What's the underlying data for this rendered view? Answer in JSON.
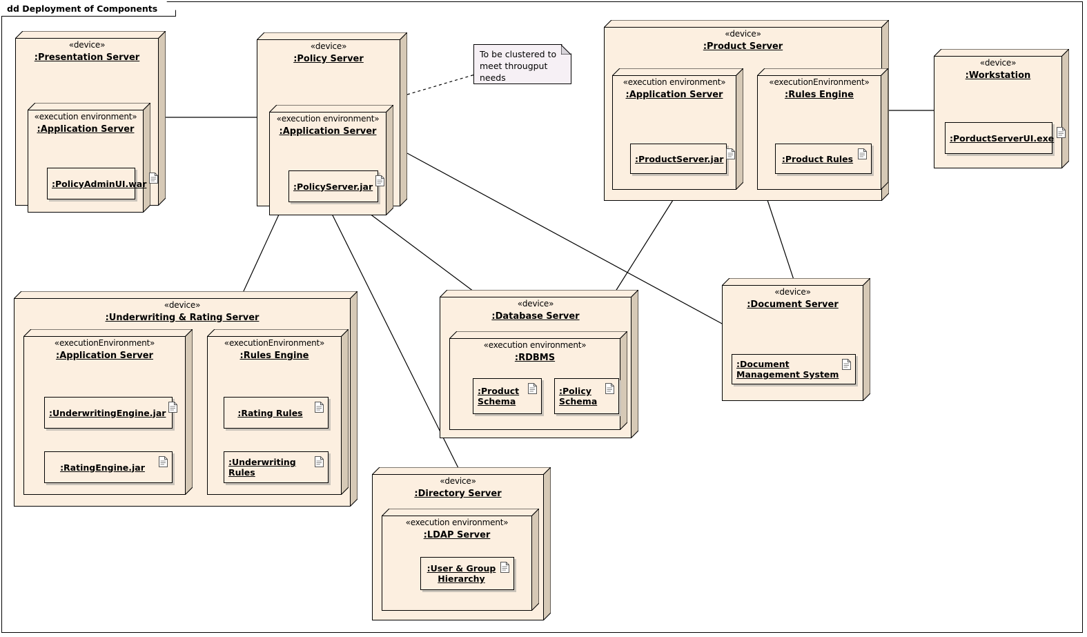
{
  "frame": {
    "label": "dd Deployment of Components"
  },
  "colors": {
    "node_fill": "#FCEFE0",
    "node_side": "#D6C9B6",
    "node_border": "#000000",
    "note_fill": "#F6F0F5",
    "artifact_shadow": "#C9C3BA",
    "link": "#000000",
    "canvas": "#FFFFFF"
  },
  "stereotypes": {
    "device": "«device»",
    "exec_env_spaced": "«execution environment»",
    "exec_env_camel": "«executionEnvironment»"
  },
  "nodes": {
    "presentation_server": {
      "stereotype": "«device»",
      "name": ":Presentation Server",
      "exec_env": {
        "stereotype": "«execution environment»",
        "name": ":Application Server",
        "artifacts": [
          {
            "name": ":PolicyAdminUI.war"
          }
        ]
      }
    },
    "policy_server": {
      "stereotype": "«device»",
      "name": ":Policy Server",
      "exec_env": {
        "stereotype": "«execution environment»",
        "name": ":Application Server",
        "artifacts": [
          {
            "name": ":PolicyServer.jar"
          }
        ]
      }
    },
    "product_server": {
      "stereotype": "«device»",
      "name": ":Product Server",
      "exec_envs": [
        {
          "stereotype": "«execution environment»",
          "name": ":Application Server",
          "artifacts": [
            {
              "name": ":ProductServer.jar"
            }
          ]
        },
        {
          "stereotype": "«executionEnvironment»",
          "name": ":Rules Engine",
          "artifacts": [
            {
              "name": ":Product Rules"
            }
          ]
        }
      ]
    },
    "workstation": {
      "stereotype": "«device»",
      "name": ":Workstation",
      "artifacts": [
        {
          "name": ":PorductServerUI.exe"
        }
      ]
    },
    "underwriting_rating_server": {
      "stereotype": "«device»",
      "name": ":Underwriting & Rating Server",
      "exec_envs": [
        {
          "stereotype": "«executionEnvironment»",
          "name": ":Application Server",
          "artifacts": [
            {
              "name": ":UnderwritingEngine.jar"
            },
            {
              "name": ":RatingEngine.jar"
            }
          ]
        },
        {
          "stereotype": "«executionEnvironment»",
          "name": ":Rules Engine",
          "artifacts": [
            {
              "name": ":Rating Rules"
            },
            {
              "name": ":Underwriting Rules"
            }
          ]
        }
      ]
    },
    "database_server": {
      "stereotype": "«device»",
      "name": ":Database Server",
      "exec_env": {
        "stereotype": "«execution environment»",
        "name": ":RDBMS",
        "artifacts": [
          {
            "name": ":Product Schema"
          },
          {
            "name": ":Policy Schema"
          }
        ]
      }
    },
    "document_server": {
      "stereotype": "«device»",
      "name": ":Document Server",
      "artifacts": [
        {
          "name": ":Document Management System"
        }
      ]
    },
    "directory_server": {
      "stereotype": "«device»",
      "name": ":Directory Server",
      "exec_env": {
        "stereotype": "«execution environment»",
        "name": ":LDAP Server",
        "artifacts": [
          {
            "name": ":User & Group Hierarchy"
          }
        ]
      }
    }
  },
  "note": {
    "text": "To be clustered to meet througput needs",
    "attached_to": "policy_server"
  },
  "connections": [
    {
      "from": "presentation_server",
      "to": "policy_server",
      "style": "solid"
    },
    {
      "from": "policy_server",
      "to": "note",
      "style": "dashed"
    },
    {
      "from": "policy_server",
      "to": "underwriting_rating_server",
      "style": "solid"
    },
    {
      "from": "policy_server",
      "to": "directory_server",
      "style": "solid"
    },
    {
      "from": "policy_server",
      "to": "database_server",
      "style": "solid"
    },
    {
      "from": "policy_server",
      "to": "document_server",
      "style": "solid"
    },
    {
      "from": "product_server",
      "to": "workstation",
      "style": "solid"
    },
    {
      "from": "product_server",
      "to": "database_server",
      "style": "solid"
    },
    {
      "from": "product_server",
      "to": "document_server",
      "style": "solid"
    }
  ]
}
